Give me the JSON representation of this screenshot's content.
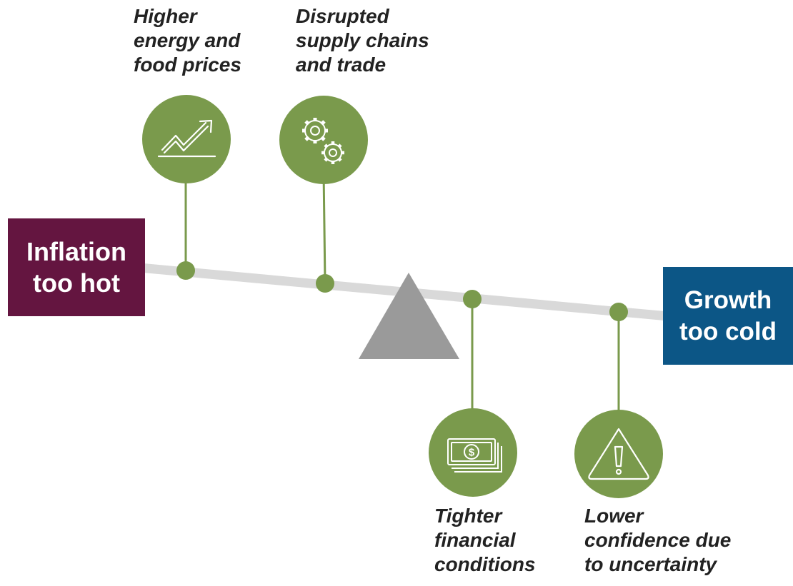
{
  "left_box": {
    "label": "Inflation\ntoo hot",
    "color": "#641540"
  },
  "right_box": {
    "label": "Growth\ntoo cold",
    "color": "#0c5686"
  },
  "factors": [
    {
      "label": "Higher\nenergy and\nfood prices",
      "icon": "trending-up-chart-icon"
    },
    {
      "label": "Disrupted\nsupply chains\nand trade",
      "icon": "gears-icon"
    },
    {
      "label": "Tighter\nfinancial\nconditions",
      "icon": "banknote-icon"
    },
    {
      "label": "Lower\nconfidence due\nto uncertainty",
      "icon": "warning-icon"
    }
  ],
  "colors": {
    "node_green": "#7a9a4c",
    "beam_gray": "#d9d9d9",
    "fulcrum_gray": "#9a9a9a",
    "icon_stroke": "#ffffff"
  }
}
